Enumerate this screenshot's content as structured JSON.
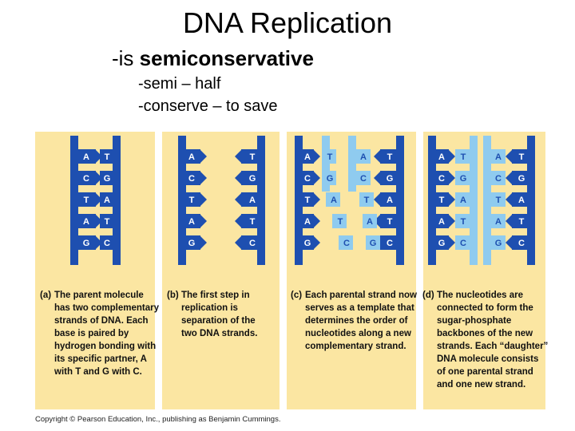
{
  "title": "DNA Replication",
  "subtitle": {
    "prefix": "-is ",
    "emphasis": "semiconservative"
  },
  "definitions": [
    "-semi – half",
    "-conserve – to save"
  ],
  "panels": [
    {
      "label": "(a)",
      "caption": [
        "The parent molecule",
        "has two complementary",
        "strands of DNA. Each",
        "base is paired by",
        "hydrogen bonding with",
        "its specific partner, A",
        "with T and G with C."
      ]
    },
    {
      "label": "(b)",
      "caption": [
        "The first step in",
        "replication is",
        "separation of the",
        "two DNA strands."
      ]
    },
    {
      "label": "(c)",
      "caption": [
        "Each parental strand now",
        "serves as a template that",
        "determines the order of",
        "nucleotides along a new",
        "complementary strand."
      ]
    },
    {
      "label": "(d)",
      "caption": [
        "The nucleotides are",
        "connected to form the",
        "sugar-phosphate",
        "backbones of the new",
        "strands. Each “daughter”",
        "DNA molecule consists",
        "of one parental strand",
        "and one new strand."
      ]
    }
  ],
  "base_pairs": [
    [
      "A",
      "T"
    ],
    [
      "C",
      "G"
    ],
    [
      "T",
      "A"
    ],
    [
      "A",
      "T"
    ],
    [
      "G",
      "C"
    ]
  ],
  "colors": {
    "parent": "#1e4fb0",
    "new": "#8fcbef",
    "panel_bg": "#fbe6a2",
    "base_text": "#ffffff"
  },
  "copyright": "Copyright © Pearson Education, Inc., publishing as Benjamin Cummings."
}
